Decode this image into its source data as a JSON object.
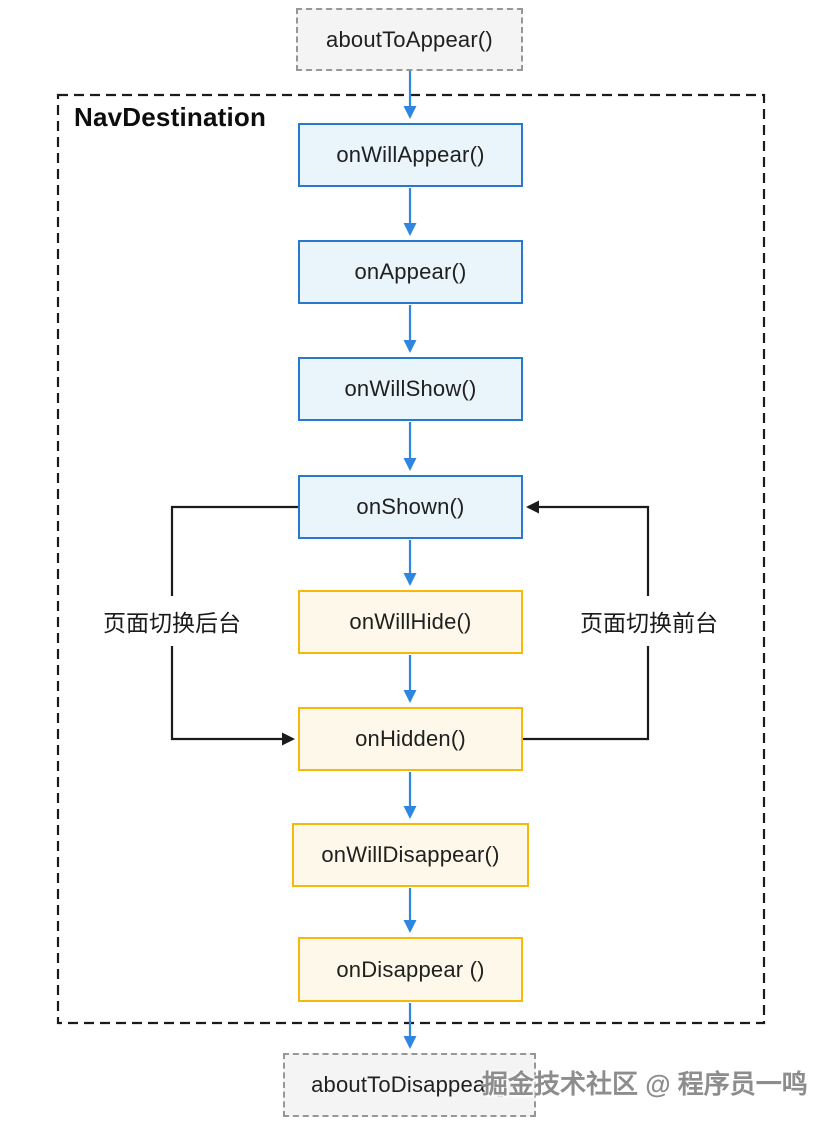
{
  "diagram": {
    "container": {
      "label": "NavDestination"
    },
    "nodes": [
      {
        "label": "aboutToAppear()",
        "style": "dashed"
      },
      {
        "label": "onWillAppear()",
        "style": "blue"
      },
      {
        "label": "onAppear()",
        "style": "blue"
      },
      {
        "label": "onWillShow()",
        "style": "blue"
      },
      {
        "label": "onShown()",
        "style": "blue"
      },
      {
        "label": "onWillHide()",
        "style": "yellow"
      },
      {
        "label": "onHidden()",
        "style": "yellow"
      },
      {
        "label": "onWillDisappear()",
        "style": "yellow"
      },
      {
        "label": "onDisappear ()",
        "style": "yellow"
      },
      {
        "label": "aboutToDisappear()",
        "style": "dashed"
      }
    ],
    "edge_labels": {
      "to_background": "页面切换后台",
      "to_foreground": "页面切换前台"
    },
    "watermark": "掘金技术社区 @ 程序员一鸣",
    "colors": {
      "blue_border": "#2679cc",
      "blue_fill": "#e9f4fb",
      "yellow_border": "#f5b80b",
      "yellow_fill": "#fdf8e9",
      "dashed_border": "#979797",
      "dashed_fill": "#f4f4f4",
      "arrow_blue": "#2f86e0",
      "line_black": "#1b1b1b"
    }
  }
}
